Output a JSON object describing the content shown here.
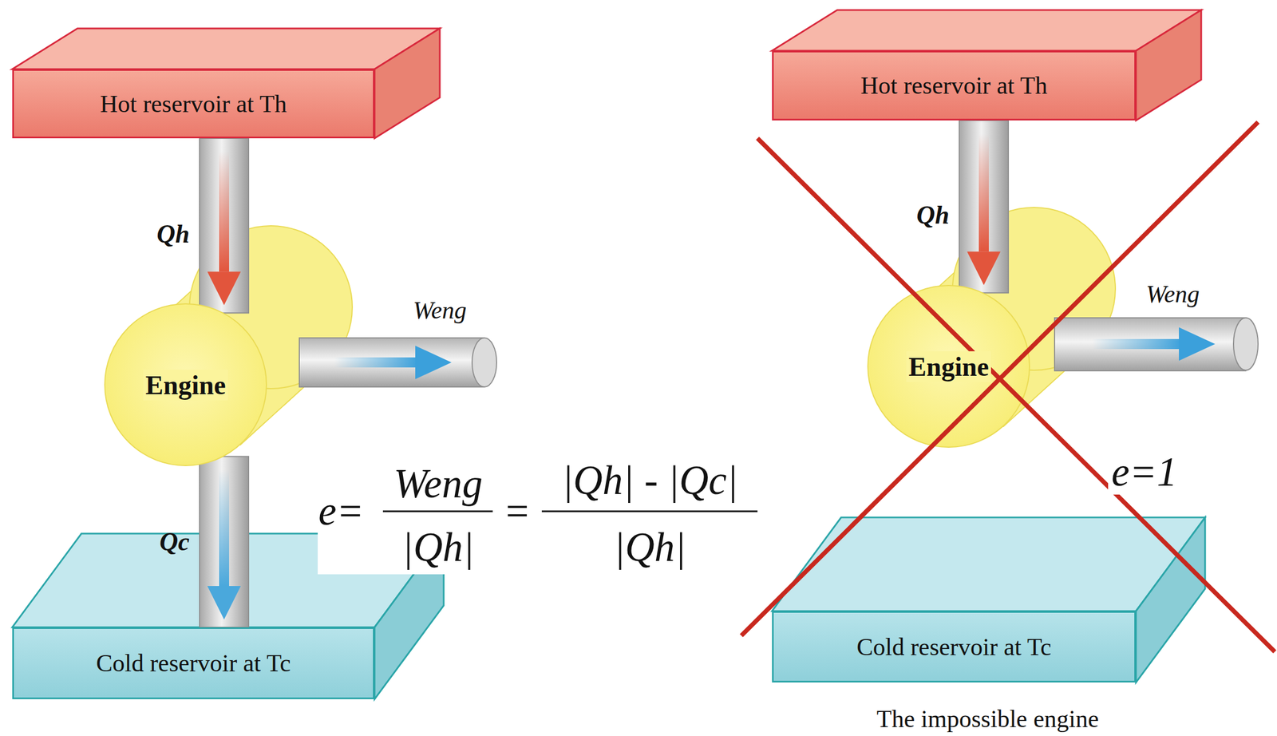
{
  "diagram": {
    "caption": "The impossible engine",
    "nodes": [
      {
        "text": [
          "Hot reservoir at Th"
        ]
      },
      {
        "text": [
          "Engine"
        ]
      },
      {
        "text": [
          "Cold reservoir at Tc"
        ]
      },
      {
        "text": [
          "Hot reservoir at Th"
        ]
      },
      {
        "text": [
          "Engine"
        ]
      },
      {
        "text": [
          "Cold reservoir at Tc"
        ]
      }
    ],
    "edges": [
      {
        "from": 0,
        "to": 1,
        "arrow": "to",
        "label": "Qh"
      },
      {
        "from": 1,
        "to": 2,
        "arrow": "to",
        "label": "Qc"
      },
      {
        "from": 3,
        "to": 4,
        "arrow": "to",
        "label": "Qh"
      }
    ],
    "labels": [
      "Weng",
      "e=",
      "Weng",
      "|Qh|",
      "=",
      "|Qh| - |Qc|",
      "|Qh|",
      "Weng",
      "e=1"
    ]
  }
}
